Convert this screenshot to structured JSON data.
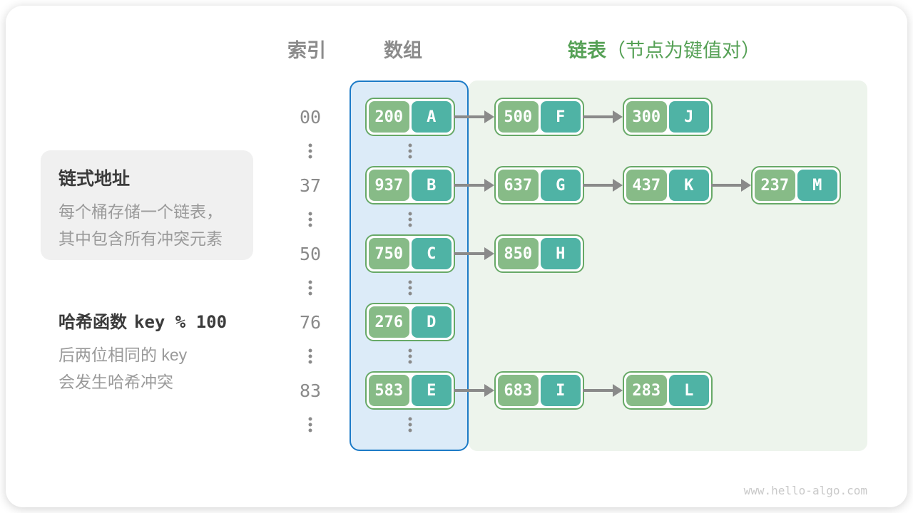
{
  "page": {
    "watermark": "www.hello-algo.com"
  },
  "headers": {
    "index": "索引",
    "array": "数组",
    "list": "链表",
    "list_note": "（节点为键值对）"
  },
  "sidebar": {
    "title": "链式地址",
    "body_lines": [
      "每个桶存储一个链表，",
      "其中包含所有冲突元素"
    ],
    "hash_label": "哈希函数",
    "hash_formula": "key % 100",
    "hash_note_lines": [
      "后两位相同的 key",
      "会发生哈希冲突"
    ]
  },
  "buckets": [
    {
      "index": "00",
      "nodes": [
        {
          "key": "200",
          "value": "A"
        },
        {
          "key": "500",
          "value": "F"
        },
        {
          "key": "300",
          "value": "J"
        }
      ]
    },
    {
      "index": "37",
      "nodes": [
        {
          "key": "937",
          "value": "B"
        },
        {
          "key": "637",
          "value": "G"
        },
        {
          "key": "437",
          "value": "K"
        },
        {
          "key": "237",
          "value": "M"
        }
      ]
    },
    {
      "index": "50",
      "nodes": [
        {
          "key": "750",
          "value": "C"
        },
        {
          "key": "850",
          "value": "H"
        }
      ]
    },
    {
      "index": "76",
      "nodes": [
        {
          "key": "276",
          "value": "D"
        }
      ]
    },
    {
      "index": "83",
      "nodes": [
        {
          "key": "583",
          "value": "E"
        },
        {
          "key": "683",
          "value": "I"
        },
        {
          "key": "283",
          "value": "L"
        }
      ]
    }
  ],
  "colors": {
    "key_cell": "#87bb87",
    "value_cell": "#4fb3a5",
    "node_border": "#67a967",
    "array_fill": "#dcebf8",
    "array_border": "#1d7bc7",
    "list_fill": "#edf4ec",
    "header_gray": "#8b8b8b",
    "header_green": "#56a156",
    "arrow": "#8a8a8a"
  }
}
